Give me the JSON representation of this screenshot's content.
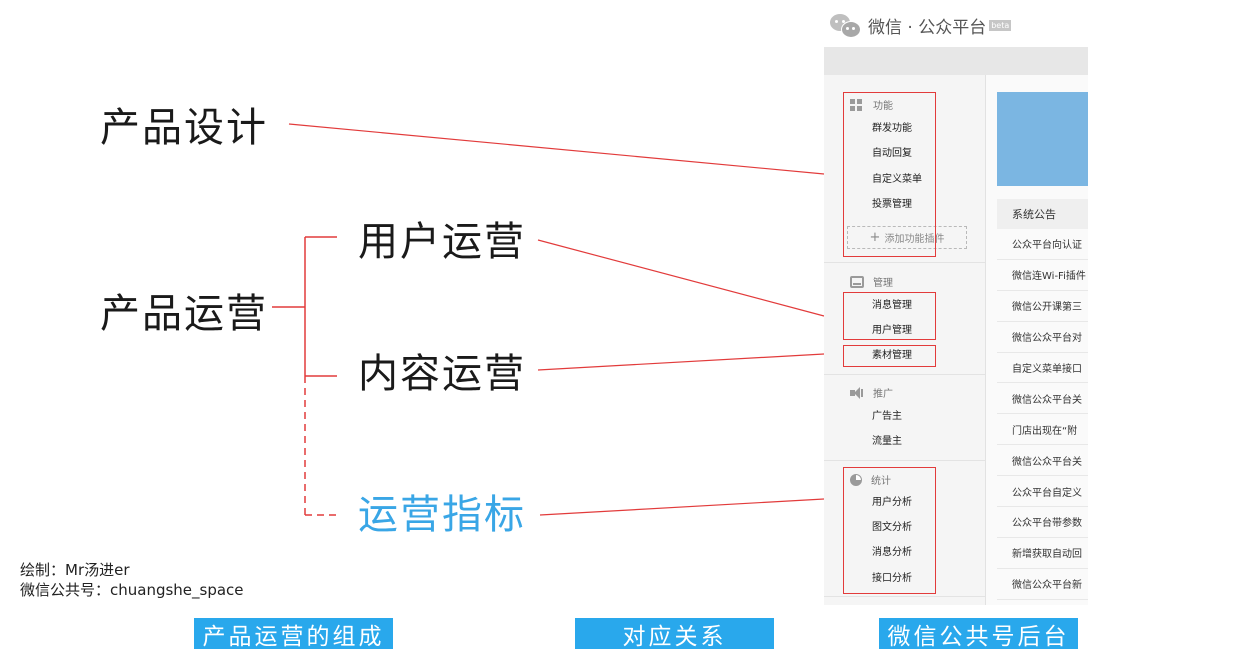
{
  "left_diagram": {
    "product_design": "产品设计",
    "product_operation": "产品运营",
    "branches": [
      "用户运营",
      "内容运营",
      "运营指标"
    ]
  },
  "credit": {
    "author": "绘制：Mr汤进er",
    "account": "微信公共号：chuangshe_space"
  },
  "captions": [
    "产品运营的组成",
    "对应关系",
    "微信公共号后台"
  ],
  "wechat_panel": {
    "brand": "微信 · 公众平台",
    "beta": "beta",
    "sections": [
      {
        "title": "功能",
        "icon": "grid-icon",
        "items": [
          "群发功能",
          "自动回复",
          "自定义菜单",
          "投票管理"
        ],
        "add_plugin": "添加功能插件"
      },
      {
        "title": "管理",
        "icon": "tray-icon",
        "items": [
          "消息管理",
          "用户管理",
          "素材管理"
        ]
      },
      {
        "title": "推广",
        "icon": "speaker-icon",
        "items": [
          "广告主",
          "流量主"
        ]
      },
      {
        "title": "统计",
        "icon": "pie-chart-icon",
        "items": [
          "用户分析",
          "图文分析",
          "消息分析",
          "接口分析"
        ]
      }
    ],
    "notice_title": "系统公告",
    "notices": [
      "公众平台向认证",
      "微信连Wi-Fi插件",
      "微信公开课第三",
      "微信公众平台对",
      "自定义菜单接口",
      "微信公众平台关",
      "门店出现在“附",
      "微信公众平台关",
      "公众平台自定义",
      "公众平台带参数",
      "新增获取自动回",
      "微信公众平台新"
    ]
  },
  "colors": {
    "connector_red": "#e23b3b",
    "accent_blue": "#29a8ec",
    "metric_blue": "#39a6e6",
    "banner_blue": "#7bb6e2"
  }
}
